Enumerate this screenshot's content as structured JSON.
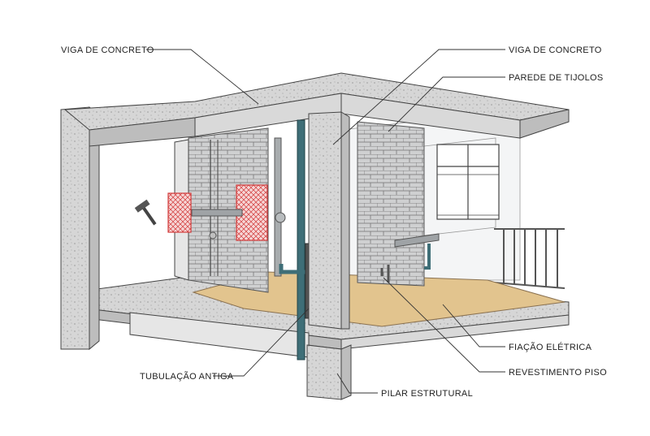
{
  "labels": {
    "beam_left": "VIGA DE CONCRETO",
    "beam_right": "VIGA DE CONCRETO",
    "brick_wall": "PAREDE DE TIJOLOS",
    "electrical_wiring": "FIAÇÃO ELÉTRICA",
    "floor_covering": "REVESTIMENTO PISO",
    "old_piping": "TUBULAÇÃO ANTIGA",
    "structural_pillar": "PILAR ESTRUTURAL"
  },
  "colors": {
    "concrete": "#d9d9d9",
    "brick": "#cfcfcf",
    "floor": "#e2c48e",
    "pipe": "#3e6e77",
    "demolition_patch": "#d23a3a"
  },
  "icons": [
    "hammer-icon"
  ]
}
